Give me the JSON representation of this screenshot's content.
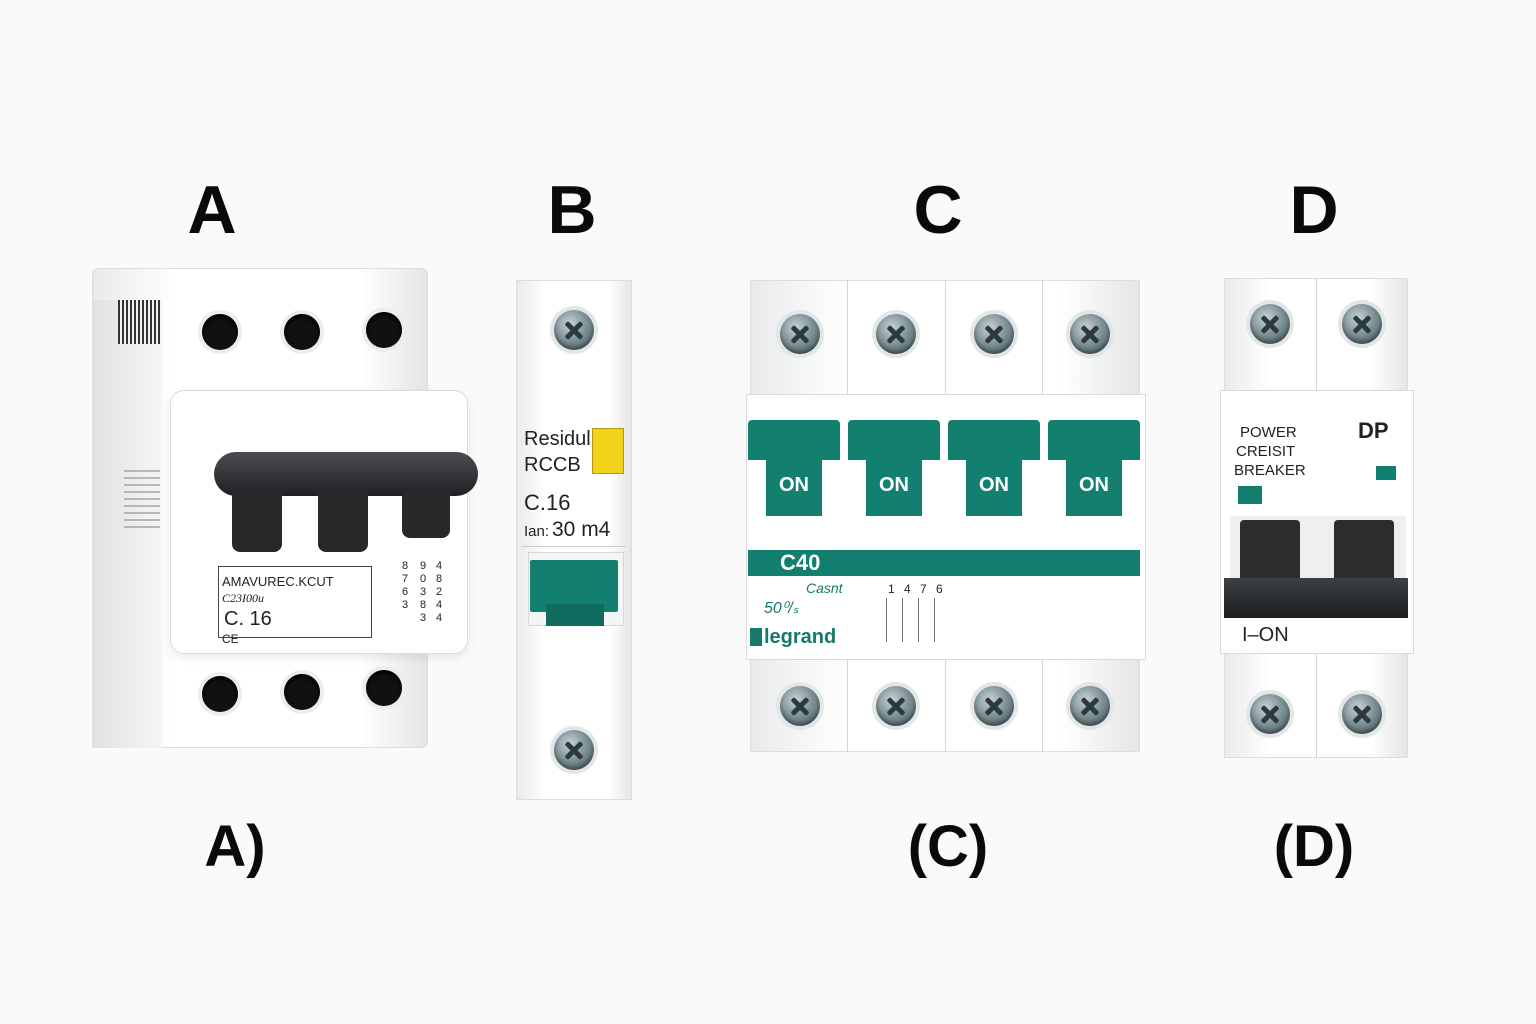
{
  "labels": {
    "top": [
      "A",
      "B",
      "C",
      "D"
    ],
    "bottom": [
      "A)",
      "(C)",
      "(D)"
    ]
  },
  "breaker_a": {
    "line1": "AMAVUREC.KCUT",
    "line2": "C23I00u",
    "rating": "C. 16",
    "ce": "CE",
    "side_cols": [
      "8 7 6 3",
      "9 0 3 8 3",
      "4 8 2 4 4"
    ]
  },
  "breaker_b": {
    "line1": "Residul",
    "line2": "RCCB",
    "rating": "C.16",
    "ian_prefix": "Ian:",
    "ian_value": "30 m4"
  },
  "breaker_c": {
    "switch_labels": [
      "ON",
      "ON",
      "ON",
      "ON"
    ],
    "rating": "C40",
    "sub": "Casnt",
    "freq": "50⁰/ₛ",
    "brand": "legrand",
    "terminals": [
      "1",
      "4",
      "7",
      "6"
    ]
  },
  "breaker_d": {
    "line1": "POWER",
    "line2": "CREISIT",
    "line3": "BREAKER",
    "type": "DP",
    "state": "I–ON"
  },
  "colors": {
    "teal": "#13806f",
    "yellow": "#f2d21b",
    "handle_black": "#2a2c2e"
  }
}
